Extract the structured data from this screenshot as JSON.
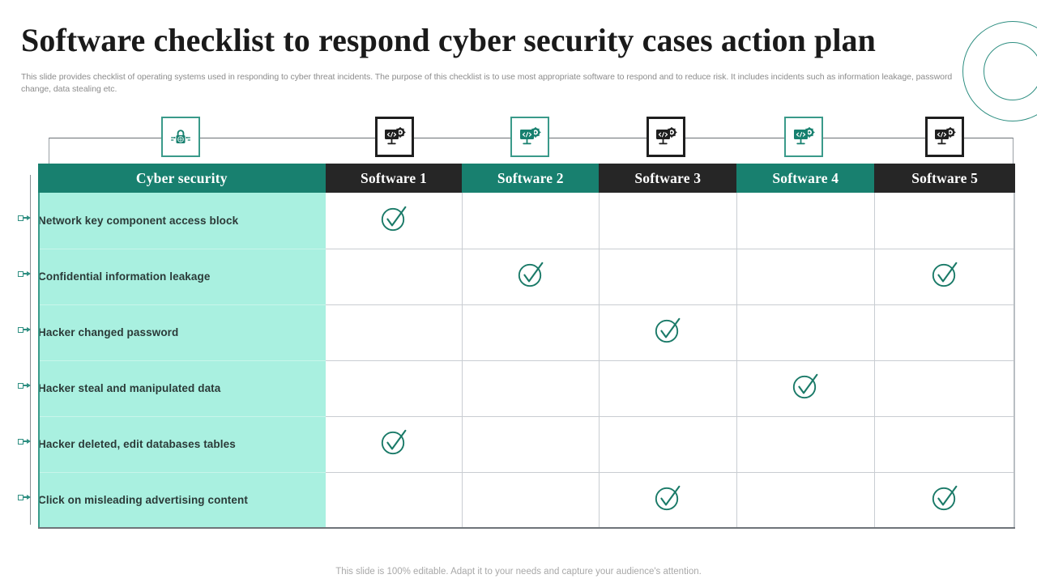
{
  "slide": {
    "title": "Software checklist to respond cyber security cases action plan",
    "subtitle": "This slide provides checklist of operating systems used in responding to cyber threat incidents. The purpose of this checklist is to use most appropriate software to respond and to reduce risk. It includes incidents such as information leakage, password change, data stealing etc.",
    "footer": "This slide is 100% editable. Adapt it to your needs and capture your audience's attention."
  },
  "colors": {
    "teal_header": "#18806f",
    "dark_header": "#262626",
    "row_label_bg": "#a9f0e0",
    "accent_teal": "#2f8f82",
    "check_teal": "#1a7a68",
    "text_dark": "#2b3a38",
    "muted_text": "#8c8c8c"
  },
  "icons": [
    {
      "name": "lock-network-icon",
      "glyph": "lock",
      "style": "teal"
    },
    {
      "name": "monitor-code-icon-1",
      "glyph": "monitor",
      "style": "dark"
    },
    {
      "name": "monitor-code-icon-2",
      "glyph": "monitor",
      "style": "teal"
    },
    {
      "name": "monitor-code-icon-3",
      "glyph": "monitor",
      "style": "dark"
    },
    {
      "name": "monitor-code-icon-4",
      "glyph": "monitor",
      "style": "teal"
    },
    {
      "name": "monitor-code-icon-5",
      "glyph": "monitor",
      "style": "dark"
    }
  ],
  "table": {
    "columns": [
      {
        "label": "Cyber security",
        "style": "teal"
      },
      {
        "label": "Software 1",
        "style": "dark"
      },
      {
        "label": "Software 2",
        "style": "teal"
      },
      {
        "label": "Software 3",
        "style": "dark"
      },
      {
        "label": "Software 4",
        "style": "teal"
      },
      {
        "label": "Software 5",
        "style": "dark"
      }
    ],
    "rows": [
      {
        "label": "Network key  component  access block",
        "checks": [
          true,
          false,
          false,
          false,
          false
        ]
      },
      {
        "label": "Confidential  information leakage",
        "checks": [
          false,
          true,
          false,
          false,
          true
        ]
      },
      {
        "label": "Hacker changed password",
        "checks": [
          false,
          false,
          true,
          false,
          false
        ]
      },
      {
        "label": "Hacker steal and manipulated data",
        "checks": [
          false,
          false,
          false,
          true,
          false
        ]
      },
      {
        "label": "Hacker deleted, edit databases tables",
        "checks": [
          true,
          false,
          false,
          false,
          false
        ]
      },
      {
        "label": "Click on misleading advertising content",
        "checks": [
          false,
          false,
          true,
          false,
          true
        ]
      }
    ]
  }
}
